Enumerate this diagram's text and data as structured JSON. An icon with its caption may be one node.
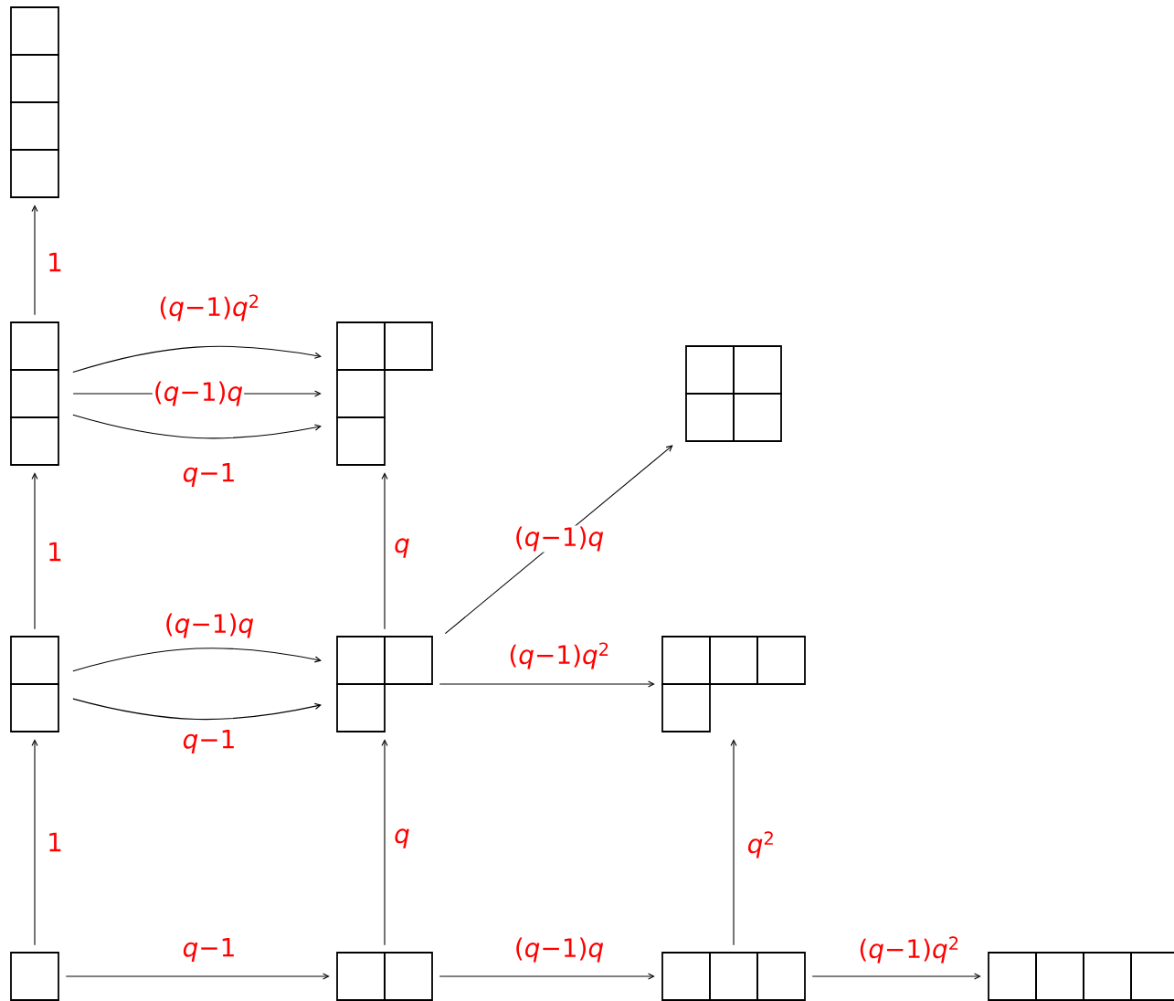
{
  "diagram": {
    "nodes": [
      {
        "text": [],
        "shape": "grid"
      },
      {
        "text": [],
        "shape": "grid"
      },
      {
        "text": [],
        "shape": "grid"
      },
      {
        "text": [],
        "shape": "grid"
      },
      {
        "text": [],
        "shape": "grid"
      },
      {
        "text": [],
        "shape": "grid"
      },
      {
        "text": [],
        "shape": "grid"
      },
      {
        "text": [],
        "shape": "grid"
      },
      {
        "text": [],
        "shape": "grid"
      },
      {
        "text": [],
        "shape": "grid"
      },
      {
        "text": [],
        "shape": "grid"
      }
    ],
    "edges": [
      {
        "from": 0,
        "to": 1,
        "arrow": "to",
        "label": "*q*−1"
      },
      {
        "from": 1,
        "to": 2,
        "arrow": "to",
        "label": "(*q*−1)*q*"
      },
      {
        "from": 2,
        "to": 3,
        "arrow": "to",
        "label": "(*q*−1)*q*$^{2}$"
      },
      {
        "from": 0,
        "to": 4,
        "arrow": "to",
        "label": "1"
      },
      {
        "from": 1,
        "to": 5,
        "arrow": "to",
        "label": "*q*"
      },
      {
        "from": 2,
        "to": 6,
        "arrow": "to",
        "label": "*q*$^{2}$"
      },
      {
        "from": 4,
        "to": 5,
        "arrow": "to",
        "label": "(*q*−1)*q*"
      },
      {
        "from": 4,
        "to": 5,
        "arrow": "to",
        "label": "*q*−1"
      },
      {
        "from": 5,
        "to": 6,
        "arrow": "to",
        "label": "(*q*−1)*q*$^{2}$"
      },
      {
        "from": 5,
        "to": 9,
        "arrow": "to",
        "label": "(*q*−1)*q*"
      },
      {
        "from": 4,
        "to": 7,
        "arrow": "to",
        "label": "1"
      },
      {
        "from": 5,
        "to": 8,
        "arrow": "to",
        "label": "*q*"
      },
      {
        "from": 7,
        "to": 8,
        "arrow": "to",
        "label": "(*q*−1)*q*$^{2}$"
      },
      {
        "from": 7,
        "to": 8,
        "arrow": "to",
        "label": "(*q*−1)*q*"
      },
      {
        "from": 7,
        "to": 8,
        "arrow": "to",
        "label": "*q*−1"
      },
      {
        "from": 7,
        "to": 10,
        "arrow": "to",
        "label": "1"
      }
    ]
  }
}
